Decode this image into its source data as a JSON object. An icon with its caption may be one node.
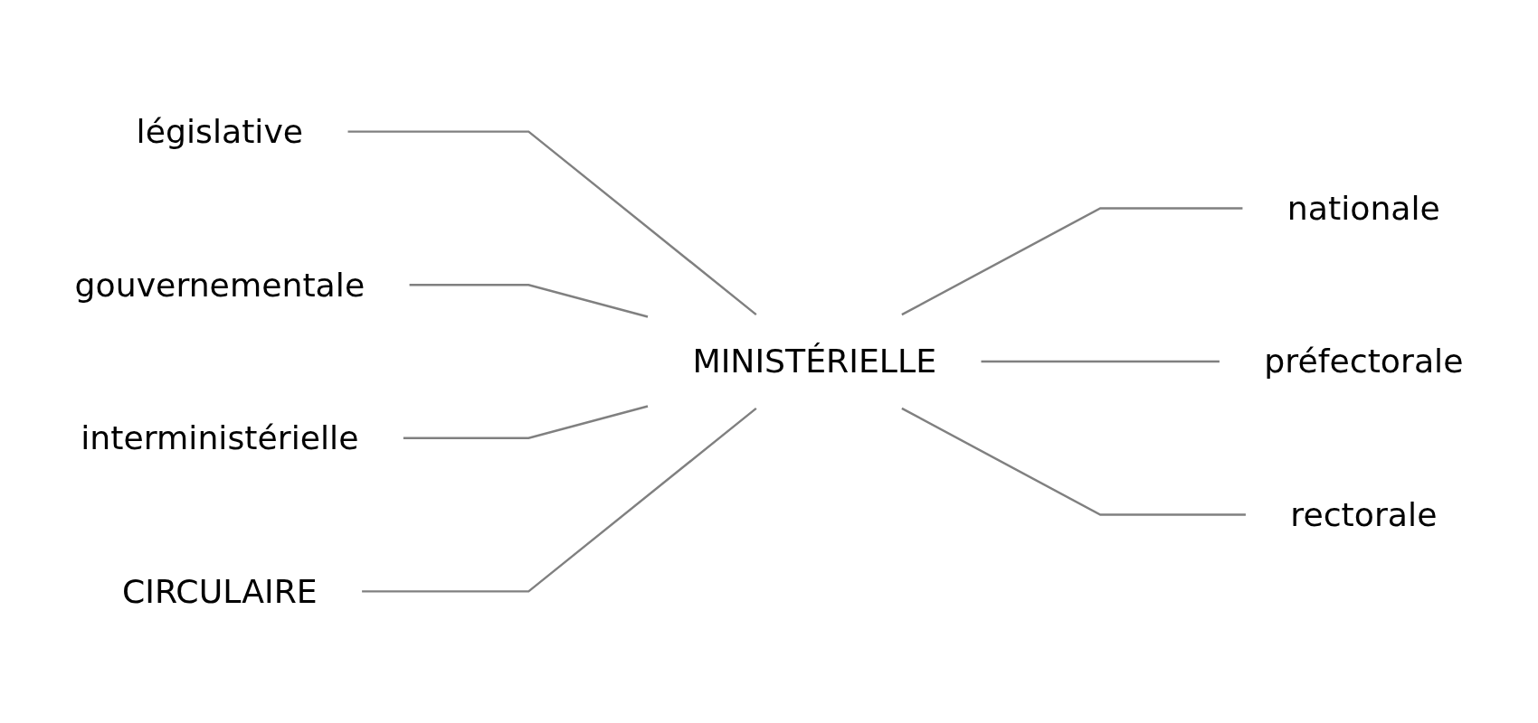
{
  "diagram": {
    "nodes": [
      {
        "text": [
          "législative"
        ]
      },
      {
        "text": [
          "nationale"
        ]
      },
      {
        "text": [
          "gouvernementale"
        ]
      },
      {
        "text": [
          "MINISTÉRIELLE"
        ]
      },
      {
        "text": [
          "préfectorale"
        ]
      },
      {
        "text": [
          "interministérielle"
        ]
      },
      {
        "text": [
          "rectorale"
        ]
      },
      {
        "text": [
          "CIRCULAIRE"
        ]
      }
    ],
    "edges": [
      {
        "from": 0,
        "to": 3,
        "arrow": "none"
      },
      {
        "from": 3,
        "to": 1,
        "arrow": "none"
      },
      {
        "from": 2,
        "to": 3,
        "arrow": "none"
      },
      {
        "from": 3,
        "to": 4,
        "arrow": "none"
      },
      {
        "from": 5,
        "to": 3,
        "arrow": "none"
      },
      {
        "from": 3,
        "to": 6,
        "arrow": "none"
      },
      {
        "from": 7,
        "to": 3,
        "arrow": "none"
      }
    ]
  }
}
